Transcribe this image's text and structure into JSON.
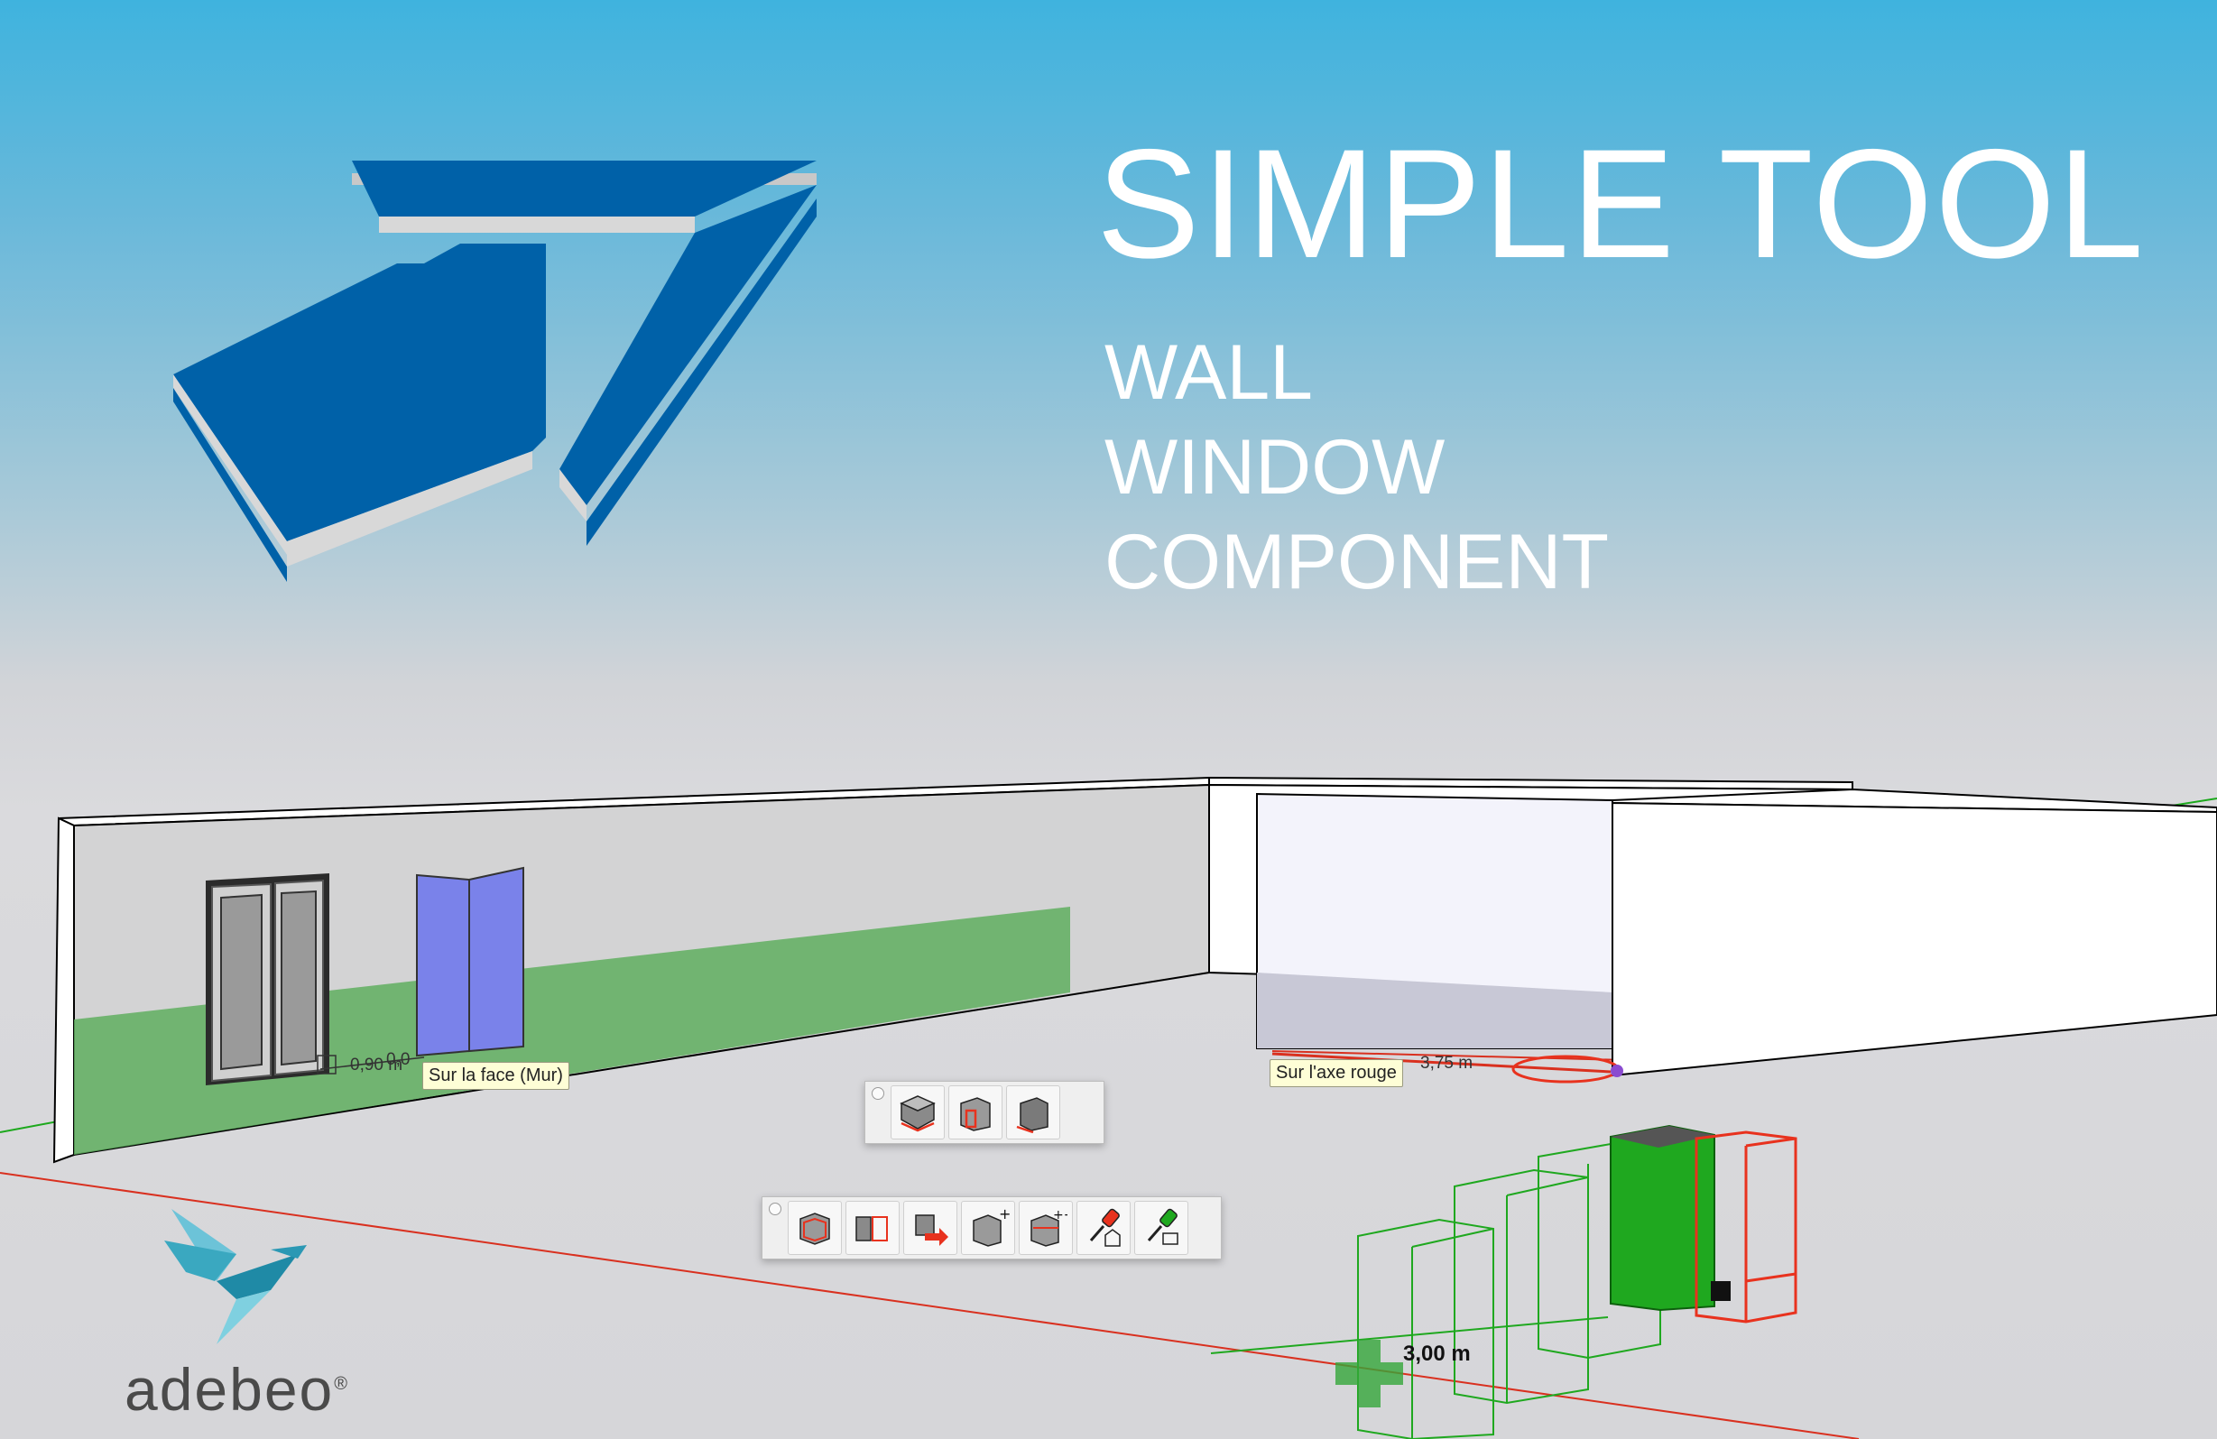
{
  "headline": {
    "title": "SIMPLE TOOL",
    "features": [
      "WALL",
      "WINDOW",
      "COMPONENT"
    ]
  },
  "viewport": {
    "tooltips": {
      "face": "Sur la face (Mur)",
      "red_axis": "Sur l'axe rouge"
    },
    "dimensions": {
      "window_offset": "0,90 m",
      "window_depth": "0,0",
      "wall_length": "3,75 m",
      "array_spacing": "3,00 m"
    }
  },
  "toolbars": {
    "small": {
      "buttons": [
        "wall-create-icon",
        "wall-opening-icon",
        "wall-offset-icon"
      ]
    },
    "large": {
      "buttons": [
        "component-select-icon",
        "component-array-icon",
        "component-move-icon",
        "component-add-icon",
        "component-multi-add-icon",
        "paint-house-icon",
        "paint-face-icon"
      ]
    }
  },
  "brand": {
    "name": "adebeo",
    "mark": "®"
  },
  "colors": {
    "arrow_blue": "#0061a8",
    "highlight_green": "#5fae5f",
    "highlight_blue": "#7a82ea",
    "selection_red": "#e8321e",
    "component_green": "#1fa81f",
    "bird_teal": "#3aa8c0"
  }
}
